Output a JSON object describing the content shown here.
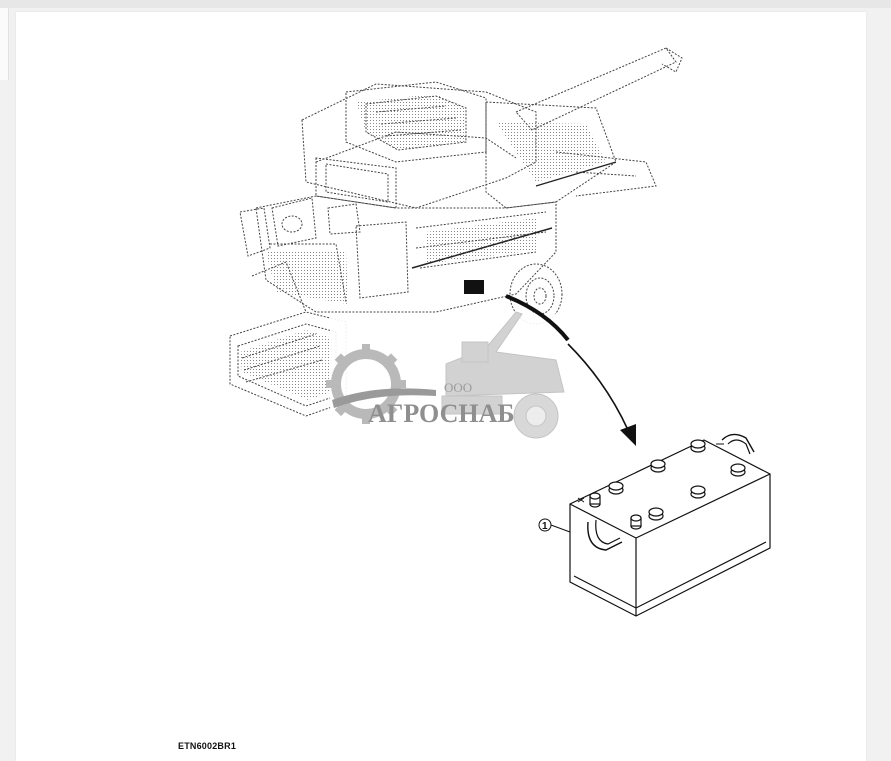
{
  "figure": {
    "code": "ETN6002BR1",
    "callout": "1"
  },
  "watermark": {
    "prefix": "ООО",
    "name": "АГРОСНАБ"
  },
  "icons": [
    "combine-harvester-line-art",
    "battery-line-art",
    "gear-logo-icon",
    "arrow-icon"
  ]
}
